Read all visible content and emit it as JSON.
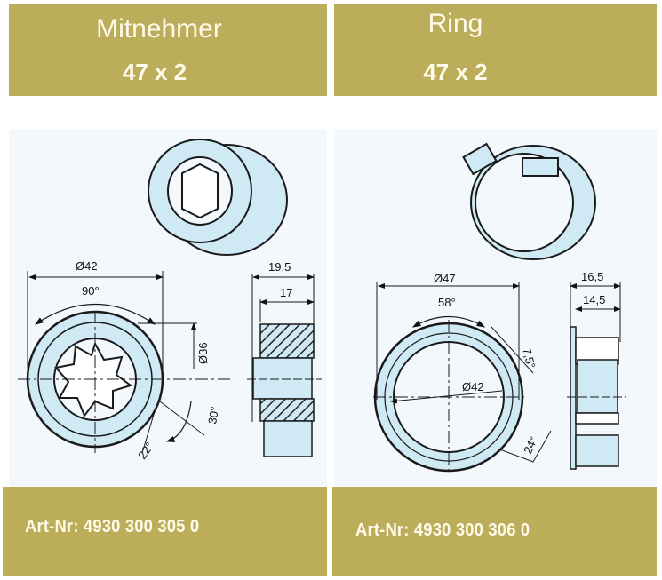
{
  "products": [
    {
      "title": "Mitnehmer",
      "size": "47 x 2",
      "article": "Art-Nr: 4930 300 305 0",
      "dimensions": {
        "outer_diameter": "Ø42",
        "inner_diameter": "Ø36",
        "angle_top": "90°",
        "angle_side": "30°",
        "angle_bottom": "22°",
        "width_total": "19,5",
        "width_inner": "17"
      }
    },
    {
      "title": "Ring",
      "size": "47 x 2",
      "article": "Art-Nr: 4930 300 306 0",
      "dimensions": {
        "outer_diameter": "Ø47",
        "inner_diameter": "Ø42",
        "angle_top": "58°",
        "angle_side": "7,5°",
        "angle_bottom": "24°",
        "width_total": "16,5",
        "width_inner": "14,5"
      }
    }
  ],
  "colors": {
    "band": "#bcad5a",
    "part_fill": "#cfe9f5",
    "panel": "#f3f8fd",
    "line": "#1a1a1a"
  }
}
